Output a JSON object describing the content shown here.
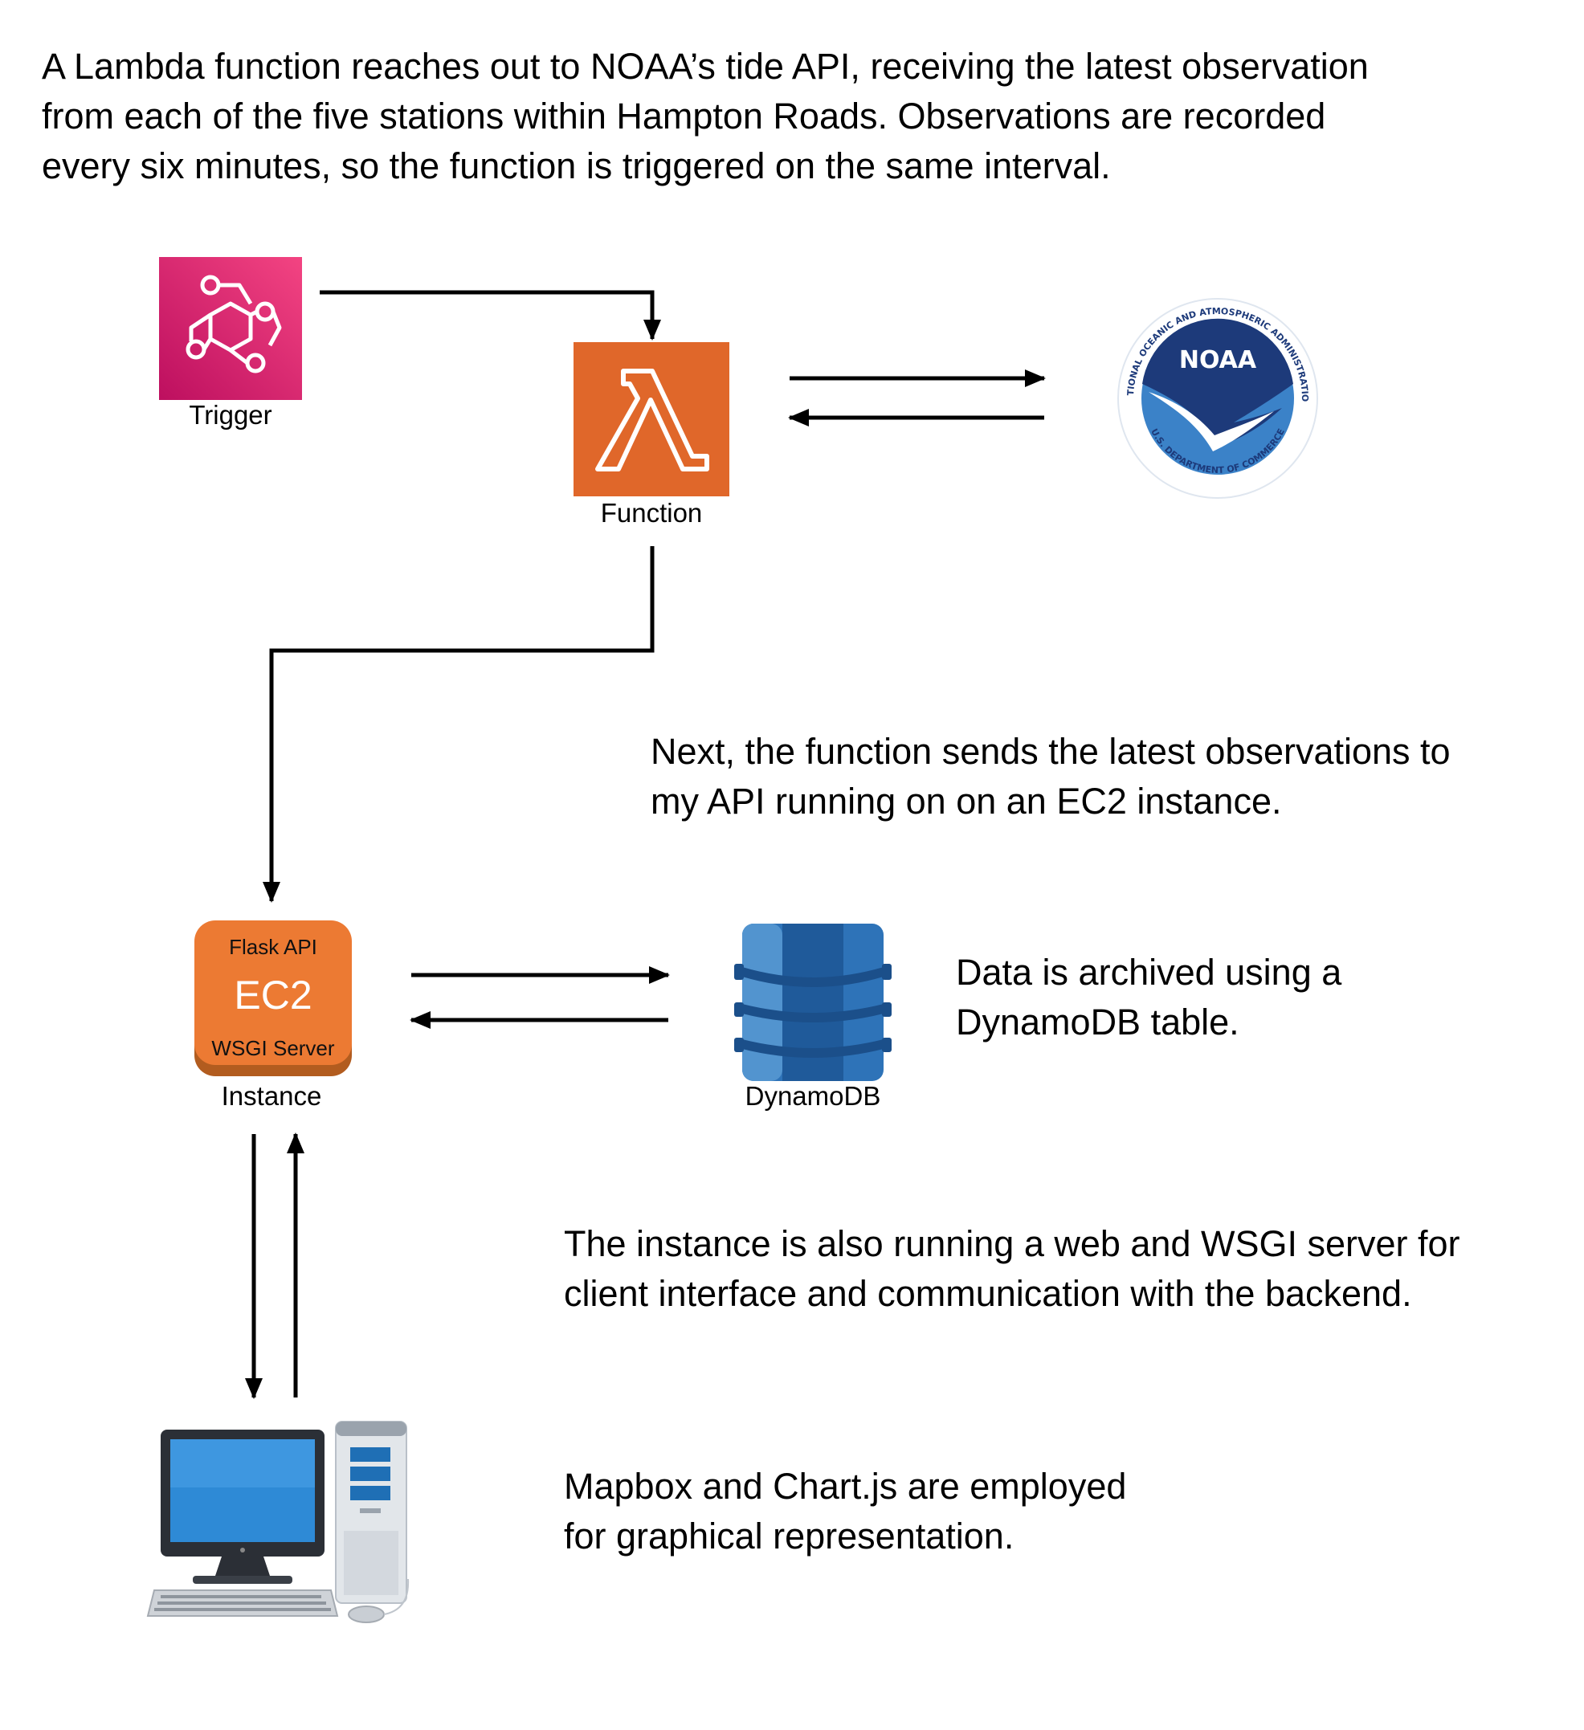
{
  "paragraphs": {
    "intro": [
      "A Lambda function reaches out to NOAA’s tide API, receiving the latest observation",
      "from each of the five stations within Hampton Roads. Observations are recorded",
      "every six minutes, so the function is triggered on the same interval."
    ],
    "api": [
      "Next, the function sends the latest observations to",
      "my API running on on an EC2 instance."
    ],
    "dynamo": [
      "Data is archived using a",
      "DynamoDB table."
    ],
    "instance": [
      "The instance is also running a web and WSGI server for",
      "client interface and communication with the backend."
    ],
    "client": [
      "Mapbox and Chart.js are employed",
      "for graphical representation."
    ]
  },
  "nodes": {
    "trigger": {
      "label": "Trigger",
      "icon": "eventbridge-icon",
      "color": "#e7157b"
    },
    "function": {
      "label": "Function",
      "icon": "lambda-icon",
      "color": "#e0672a",
      "symbol": "λ"
    },
    "noaa": {
      "icon": "noaa-logo",
      "logo_text": "NOAA",
      "ring_top": "NATIONAL OCEANIC AND ATMOSPHERIC ADMINISTRATION",
      "ring_bottom": "U.S. DEPARTMENT OF COMMERCE",
      "colors": {
        "navy": "#1d3a7a",
        "blue": "#3b82c8"
      }
    },
    "instance": {
      "label": "Instance",
      "icon": "ec2-icon",
      "top_text": "Flask API",
      "main_text": "EC2",
      "bottom_text": "WSGI Server",
      "color": "#ec7a33"
    },
    "dynamodb": {
      "label": "DynamoDB",
      "icon": "dynamodb-icon",
      "color": "#2e73b8"
    },
    "client": {
      "icon": "desktop-computer-icon"
    }
  }
}
